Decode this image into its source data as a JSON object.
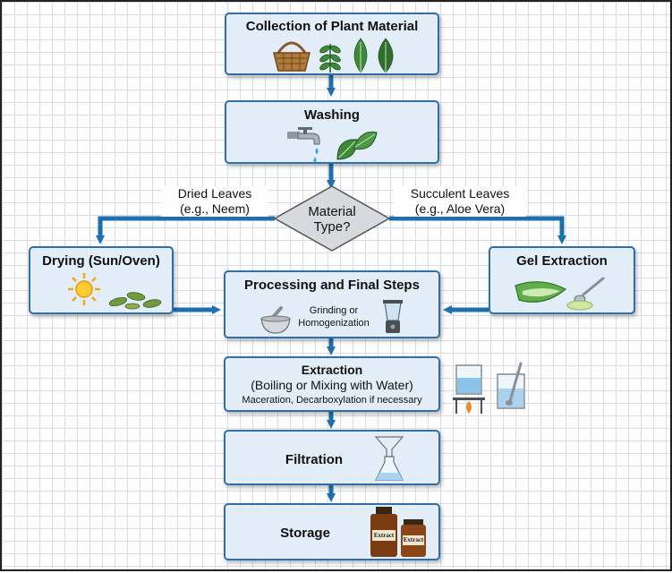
{
  "nodes": {
    "collection": {
      "title": "Collection of Plant Material"
    },
    "washing": {
      "title": "Washing"
    },
    "decision": {
      "line1": "Material",
      "line2": "Type?"
    },
    "drying": {
      "title": "Drying (Sun/Oven)"
    },
    "gel": {
      "title": "Gel Extraction"
    },
    "processing": {
      "title": "Processing and Final Steps",
      "sub1": "Grinding or",
      "sub2": "Homogenization"
    },
    "extraction": {
      "title1": "Extraction",
      "title2": "(Boiling or Mixing with Water)",
      "sub": "Maceration, Decarboxylation if necessary"
    },
    "filtration": {
      "title": "Filtration"
    },
    "storage": {
      "title": "Storage",
      "jar1": "Extract",
      "jar2": "Extract"
    }
  },
  "branches": {
    "left": {
      "line1": "Dried Leaves",
      "line2": "(e.g., Neem)"
    },
    "right": {
      "line1": "Succulent Leaves",
      "line2": "(e.g., Aloe Vera)"
    }
  },
  "colors": {
    "arrow": "#1f6fae",
    "box_fill": "#e3edf8",
    "box_border": "#2f6ea8",
    "leaf": "#3f8a3a"
  }
}
